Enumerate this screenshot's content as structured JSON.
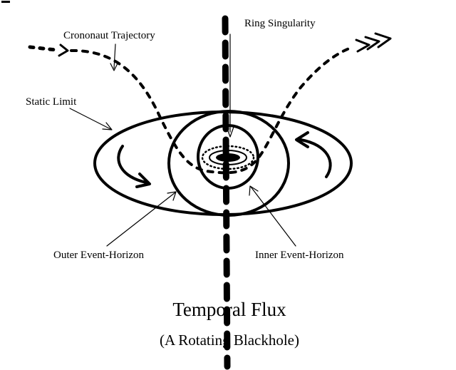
{
  "labels": {
    "ring_singularity": "Ring Singularity",
    "crononaut_trajectory": "Crononaut Trajectory",
    "static_limit": "Static Limit",
    "outer_event_horizon": "Outer Event-Horizon",
    "inner_event_horizon": "Inner Event-Horizon"
  },
  "title": "Temporal Flux",
  "subtitle": "(A Rotating Blackhole)",
  "colors": {
    "ink": "#000000",
    "background": "#ffffff"
  }
}
